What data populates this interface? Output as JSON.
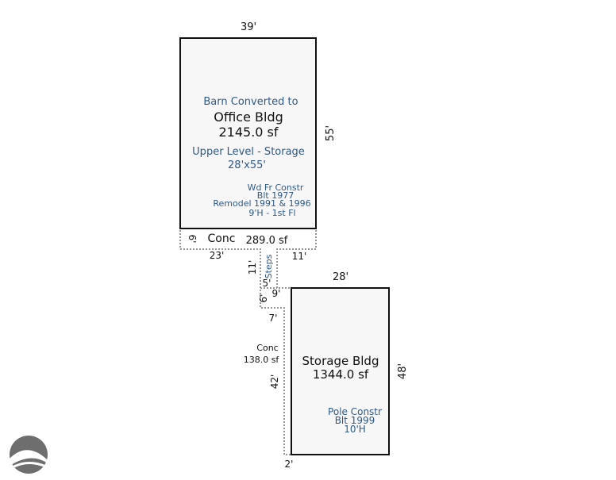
{
  "colors": {
    "building_fill": "#f7f7f7",
    "outline": "#111111",
    "dotted": "#777777",
    "label_blue": "#2f5a86",
    "logo": "#6e6e6e"
  },
  "logo": {
    "icon": "sun-over-hills-logo-icon"
  },
  "office": {
    "width": "39'",
    "depth": "55'",
    "description": "Barn Converted to",
    "name": "Office Bldg",
    "area": "2145.0 sf",
    "upper_level": "Upper Level - Storage",
    "upper_size": "28'x55'",
    "construction": "Wd Fr Constr",
    "built": "Blt 1977",
    "remodel": "Remodel 1991 & 1996",
    "height": "9'H - 1st Fl"
  },
  "porch": {
    "name": "Conc",
    "area": "289.0 sf",
    "dims": {
      "side": "6'",
      "front": "23'",
      "right": "11'",
      "down": "11'"
    }
  },
  "steps": {
    "label": "Steps",
    "dims": {
      "a": "5'",
      "b": "9'",
      "c": "6'",
      "d": "7'"
    }
  },
  "walk": {
    "name": "Conc",
    "area": "138.0 sf",
    "length": "42'",
    "width": "2'"
  },
  "storage": {
    "width": "28'",
    "depth": "48'",
    "name": "Storage Bldg",
    "area": "1344.0 sf",
    "construction": "Pole Constr",
    "built": "Blt 1999",
    "height": "10'H"
  }
}
